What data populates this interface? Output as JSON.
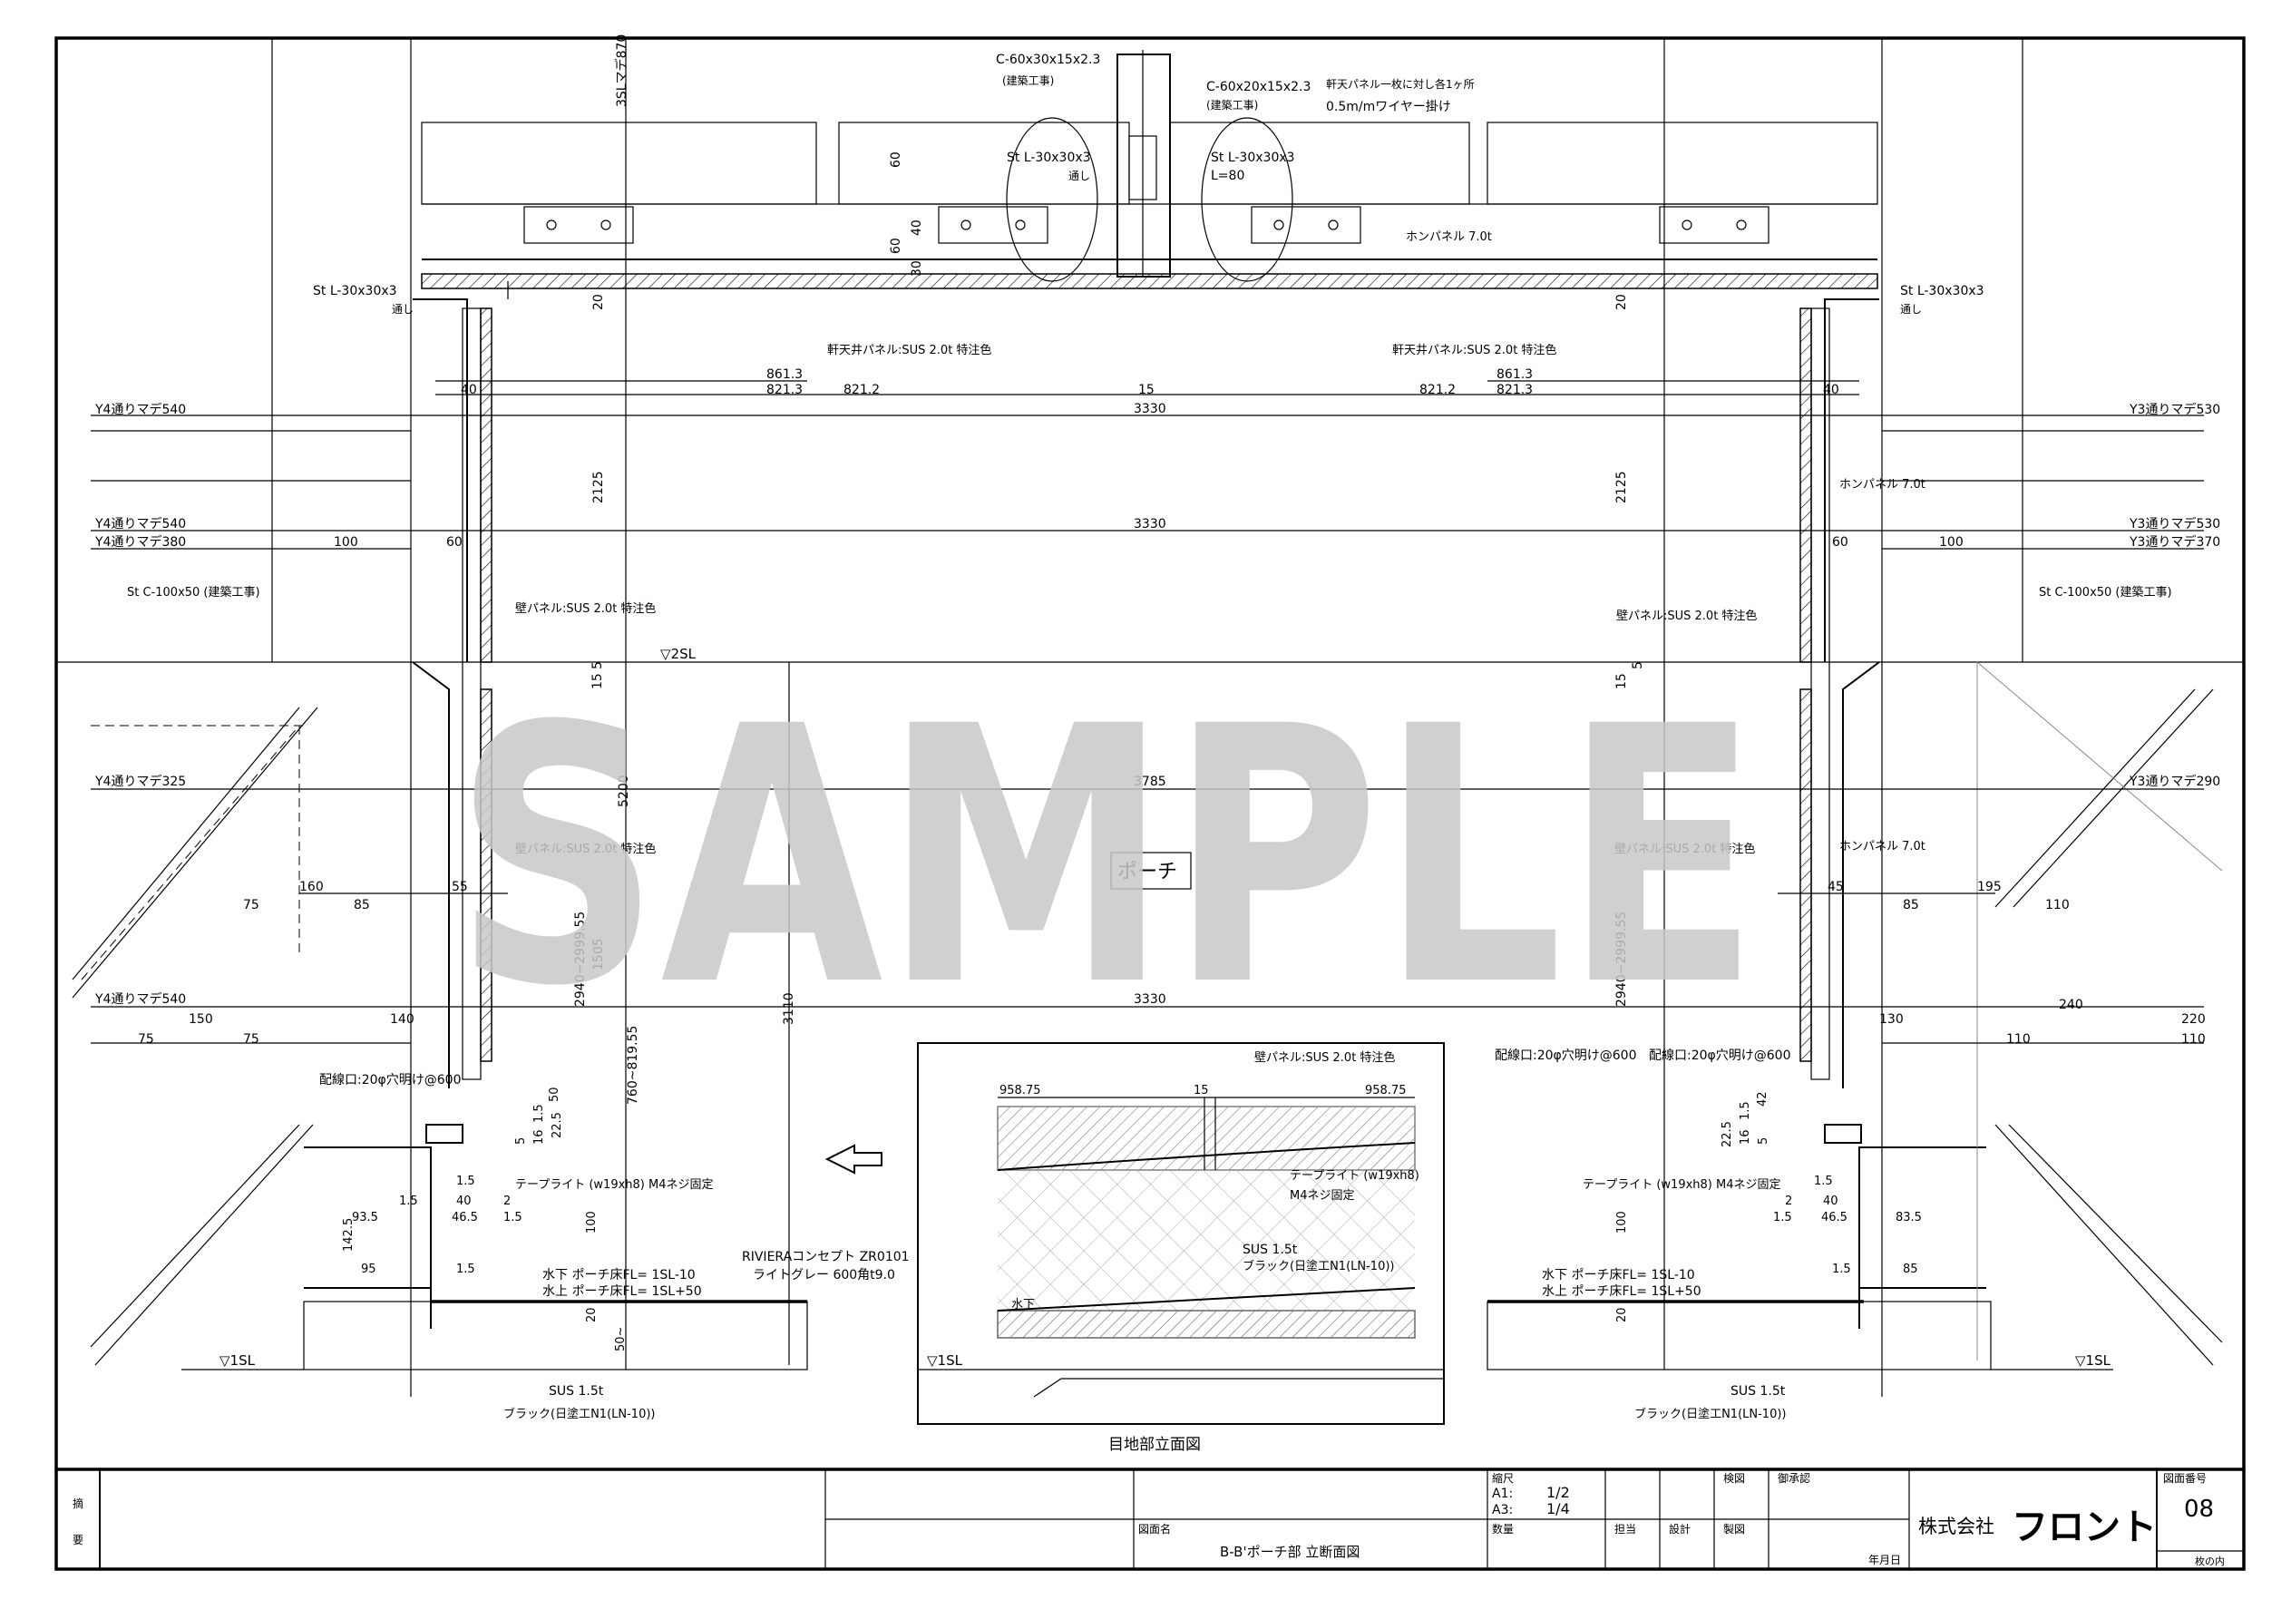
{
  "sheet": {
    "watermark": "SAMPLE",
    "space_label": "ポーチ",
    "detail_caption": "目地部立面図",
    "levels": {
      "sl2": "▽2SL",
      "sl1_left": "▽1SL",
      "sl1_right": "▽1SL",
      "sl1_detail": "▽1SL"
    }
  },
  "callouts": {
    "c_channel_1": "C-60x30x15x2.3",
    "c_channel_1_note": "(建築工事)",
    "c_channel_2": "C-60x20x15x2.3",
    "c_channel_2_note": "(建築工事)",
    "ceiling_wire": "軒天パネル一枚に対し各1ヶ所",
    "ceiling_wire_2": "0.5m/mワイヤー掛け",
    "stl_left_top": "St L-30x30x3",
    "stl_left_top_2": "通し",
    "stl_right_top": "St L-30x30x3",
    "stl_right_top_2": "L=80",
    "stl_left_side": "St L-30x30x3",
    "stl_left_side_2": "通し",
    "stl_right_side": "St L-30x30x3",
    "stl_right_side_2": "通し",
    "hon_panel_top": "ホンパネル 7.0t",
    "soffit_left": "軒天井パネル:SUS 2.0t 特注色",
    "soffit_right": "軒天井パネル:SUS 2.0t 特注色",
    "hon_panel_right_1": "ホンパネル 7.0t",
    "stc_left": "St C-100x50 (建築工事)",
    "stc_right": "St C-100x50 (建築工事)",
    "wall_panel_l1": "壁パネル:SUS 2.0t 特注色",
    "wall_panel_r1": "壁パネル:SUS 2.0t 特注色",
    "wall_panel_l2": "壁パネル:SUS 2.0t 特注色",
    "wall_panel_r2": "壁パネル:SUS 2.0t 特注色",
    "hon_panel_right_2": "ホンパネル 7.0t",
    "wiring_left": "配線口:20φ穴明け@600",
    "wiring_right": "配線口:20φ穴明け@600",
    "wiring_detail": "配線口:20φ穴明け@600",
    "tape_left": "テープライト (w19xh8) M4ネジ固定",
    "tape_right": "テープライト (w19xh8) M4ネジ固定",
    "floor_left_1": "水下  ポーチ床FL= 1SL-10",
    "floor_left_2": "水上  ポーチ床FL= 1SL+50",
    "floor_right_1": "水下  ポーチ床FL= 1SL-10",
    "floor_right_2": "水上  ポーチ床FL= 1SL+50",
    "riviera_1": "RIVIERAコンセプト ZR0101",
    "riviera_2": "ライトグレー 600角t9.0",
    "sus_left": "SUS 1.5t",
    "sus_left_2": "ブラック(日塗工N1(LN-10))",
    "sus_right": "SUS 1.5t",
    "sus_right_2": "ブラック(日塗工N1(LN-10))",
    "detail_wall": "壁パネル:SUS 2.0t 特注色",
    "detail_tape_1": "テープライト (w19xh8)",
    "detail_tape_2": "M4ネジ固定",
    "detail_sus_1": "SUS 1.5t",
    "detail_sus_2": "ブラック(日塗工N1(LN-10))",
    "detail_mizushita": "水下"
  },
  "grid_refs": {
    "y4_540_top": "Y4通りマデ540",
    "y3_530_top": "Y3通りマデ530",
    "y4_540_mid": "Y4通りマデ540",
    "y4_380": "Y4通りマデ380",
    "y3_530_mid": "Y3通りマデ530",
    "y3_370": "Y3通りマデ370",
    "y4_325": "Y4通りマデ325",
    "y3_290": "Y3通りマデ290",
    "y4_540_low": "Y4通りマデ540",
    "sl3_870": "3SLマデ870"
  },
  "dimensions": {
    "d3330_a": "3330",
    "d3330_b": "3330",
    "d3330_c": "3330",
    "d3785": "3785",
    "d861_3_l": "861.3",
    "d821_3_l": "821.3",
    "d821_2_l": "821.2",
    "d15_top": "15",
    "d821_2_r": "821.2",
    "d861_3_r": "861.3",
    "d821_3_r": "821.3",
    "d40_l": "40",
    "d40_r": "40",
    "d20_l": "20",
    "d20_r": "20",
    "d60_v1": "60",
    "d60_v2": "60",
    "d40_v": "40",
    "d30_v": "30",
    "d2125_l": "2125",
    "d2125_r": "2125",
    "d100_l": "100",
    "d60_l": "60",
    "d60_r": "60",
    "d100_r": "100",
    "d15_l": "15",
    "d5_l": "5",
    "d15_r": "15",
    "d5_r": "5",
    "d5200": "5200",
    "d160": "160",
    "d75_a": "75",
    "d85_a": "85",
    "d55": "55",
    "d45": "45",
    "d195": "195",
    "d85_b": "85",
    "d110_a": "110",
    "d2940_l": "2940~2999.55",
    "d1505": "1505",
    "d2940_r": "2940~2999.55",
    "d150": "150",
    "d140": "140",
    "d75_b": "75",
    "d75_c": "75",
    "d130": "130",
    "d240": "240",
    "d220": "220",
    "d110_b": "110",
    "d110_c": "110",
    "d760": "760~819.55",
    "d3110": "3110",
    "d50": "50",
    "d22_5_l": "22.5",
    "d16_l": "16",
    "d1_5_a": "1.5",
    "d5_a": "5",
    "d42": "42",
    "d22_5_r": "22.5",
    "d16_r": "16",
    "d1_5_b": "1.5",
    "d5_b": "5",
    "d1_5_c": "1.5",
    "d1_5_d": "1.5",
    "d40_c": "40",
    "d2_a": "2",
    "d93_5": "93.5",
    "d46_5_l": "46.5",
    "d1_5_e": "1.5",
    "d142_5": "142.5",
    "d95": "95",
    "d1_5_f": "1.5",
    "d100_v_l": "100",
    "d20_v_l": "20",
    "d50_v": "50~",
    "d1_5_g": "1.5",
    "d40_d": "40",
    "d2_b": "2",
    "d1_5_h": "1.5",
    "d46_5_r": "46.5",
    "d83_5": "83.5",
    "d1_5_i": "1.5",
    "d85_c": "85",
    "d100_v_r": "100",
    "d20_v_r": "20",
    "d958_l": "958.75",
    "d15_det": "15",
    "d958_r": "958.75"
  },
  "title_block": {
    "remarks_1": "摘",
    "remarks_2": "要",
    "drawing_name_label": "図面名",
    "drawing_name": "B-B'ポーチ部 立断面図",
    "scale_label": "縮尺",
    "scale_a1": "A1:",
    "scale_a1_val": "1/2",
    "scale_a3": "A3:",
    "scale_a3_val": "1/4",
    "qty_label": "数量",
    "tantou": "担当",
    "sekkei": "設計",
    "kenzu": "検図",
    "seizu": "製図",
    "client": "御承認",
    "date": "年月日",
    "company_prefix": "株式会社",
    "company_name": "フロント",
    "drawing_no_label": "図面番号",
    "drawing_no": "08",
    "sheet_of": "枚の内"
  }
}
